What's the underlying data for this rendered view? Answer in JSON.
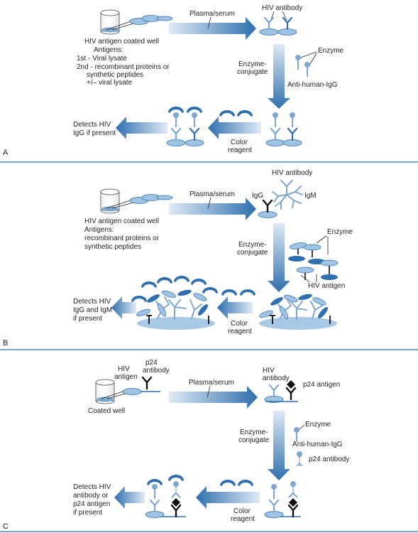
{
  "panels": {
    "a": {
      "letter": "A",
      "well_label": "HIV antigen coated well",
      "antigens_title": "Antigens:",
      "antigen_1st": "1st - Viral lysate",
      "antigen_2nd_l1": "2nd - recombinant proteins or",
      "antigen_2nd_l2": "synthetic peptides",
      "antigen_2nd_l3": "+/– viral lysate",
      "plasma": "Plasma/serum",
      "hiv_antibody": "HIV antibody",
      "enzyme": "Enzyme",
      "conjugate_l1": "Enzyme-",
      "conjugate_l2": "conjugate",
      "anti_igg": "Anti-human-IgG",
      "color_l1": "Color",
      "color_l2": "reagent",
      "detects_l1": "Detects HIV",
      "detects_l2": "IgG if present"
    },
    "b": {
      "letter": "B",
      "well_label": "HIV antigen coated well",
      "antigens_title": "Antigens:",
      "antigen_l1": "recombinant proteins or",
      "antigen_l2": "synthetic peptides",
      "plasma": "Plasma/serum",
      "hiv_antibody": "HIV antibody",
      "igg": "IgG",
      "igm": "IgM",
      "enzyme": "Enzyme",
      "conjugate_l1": "Enzyme-",
      "conjugate_l2": "conjugate",
      "hiv_antigen": "HIV antigen",
      "color_l1": "Color",
      "color_l2": "reagent",
      "detects_l1": "Detects HIV",
      "detects_l2": "IgG and IgM",
      "detects_l3": "if present"
    },
    "c": {
      "letter": "C",
      "hiv_antigen_l1": "HIV",
      "hiv_antigen_l2": "antigen",
      "p24ab_l1": "p24",
      "p24ab_l2": "antibody",
      "well_label": "Coated well",
      "plasma": "Plasma/serum",
      "hiv_antibody_l1": "HIV",
      "hiv_antibody_l2": "antibody",
      "p24_antigen": "p24 antigen",
      "enzyme": "Enzyme",
      "conjugate_l1": "Enzyme-",
      "conjugate_l2": "conjugate",
      "anti_igg": "Anti-human-IgG",
      "p24_antibody": "p24 antibody",
      "color_l1": "Color",
      "color_l2": "reagent",
      "detects_l1": "Detects HIV",
      "detects_l2": "antibody or",
      "detects_l3": "p24 antigen",
      "detects_l4": "if present"
    }
  },
  "colors": {
    "dark_blue": "#2f6fae",
    "light_blue": "#9ec3e3",
    "pale_blue": "#dfeaf5",
    "divider": "#2f6fae",
    "black": "#111111"
  }
}
